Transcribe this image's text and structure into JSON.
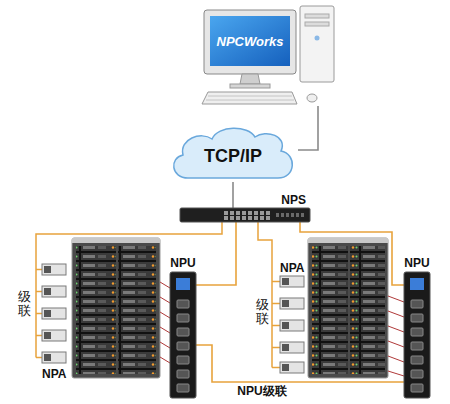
{
  "diagram": {
    "nodes": [
      {
        "text": [
          "NPCWorks"
        ]
      },
      {
        "text": [
          "TCP/IP"
        ]
      },
      {
        "text": [
          "NPS"
        ]
      },
      {
        "text": [
          "NPU"
        ]
      },
      {
        "text": [
          "NPU"
        ]
      }
    ],
    "edges": [
      {
        "from": 0,
        "to": 1,
        "arrow": "none"
      },
      {
        "from": 1,
        "to": 2,
        "arrow": "none"
      },
      {
        "from": 2,
        "to": 3,
        "arrow": "none"
      },
      {
        "from": 2,
        "to": 4,
        "arrow": "none"
      },
      {
        "from": 3,
        "to": 4,
        "label": "NPU级联",
        "arrow": "none"
      }
    ],
    "labels": [
      "NPA",
      "级联",
      "级联",
      "NPA"
    ]
  }
}
